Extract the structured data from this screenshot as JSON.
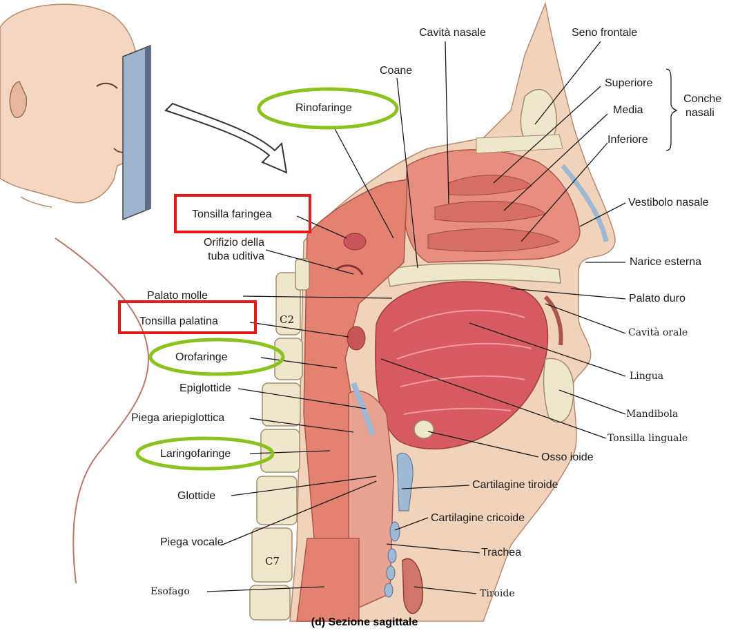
{
  "caption": "(d)  Sezione sagittale",
  "labels": {
    "cavita_nasale": "Cavità nasale",
    "seno_frontale": "Seno frontale",
    "coane": "Coane",
    "superiore": "Superiore",
    "media": "Media",
    "inferiore": "Inferiore",
    "conche": "Conche",
    "nasali": "nasali",
    "rinofaringe": "Rinofaringe",
    "tonsilla_faringea": "Tonsilla faringea",
    "orifizio_1": "Orifizio della",
    "orifizio_2": "tuba uditiva",
    "vestibolo_nasale": "Vestibolo nasale",
    "narice_esterna": "Narice esterna",
    "palato_molle": "Palato molle",
    "palato_duro": "Palato duro",
    "tonsilla_palatina": "Tonsilla palatina",
    "cavita_orale": "Cavità orale",
    "orofaringe": "Orofaringe",
    "lingua": "Lingua",
    "epiglottide": "Epiglottide",
    "mandibola": "Mandibola",
    "piega_ariepiglottica": "Piega ariepiglottica",
    "tonsilla_linguale": "Tonsilla linguale",
    "laringofaringe": "Laringofaringe",
    "osso_ioide": "Osso ioide",
    "cartilagine_tiroide": "Cartilagine tiroide",
    "glottide": "Glottide",
    "cartilagine_cricoide": "Cartilagine cricoide",
    "piega_vocale": "Piega vocale",
    "trachea": "Trachea",
    "esofago": "Esofago",
    "tiroide": "Tiroide",
    "c2": "C2",
    "c7": "C7"
  },
  "colors": {
    "highlight_red": "#e21b1b",
    "highlight_green": "#8cc21f",
    "tissue": "#e07d6e",
    "tissue_dark": "#c85a4c",
    "muscle": "#d9535a",
    "bone": "#efe7cf",
    "cartilage": "#9fb9d4",
    "skin": "#f0cfb4"
  }
}
